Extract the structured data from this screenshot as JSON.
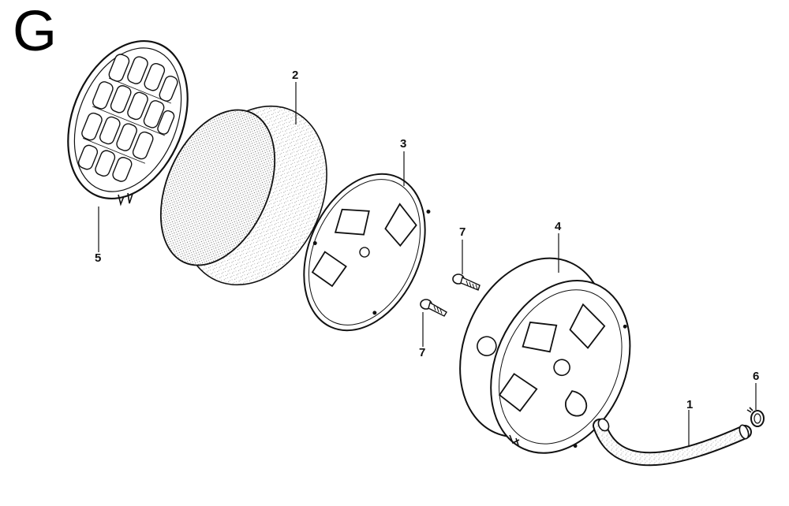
{
  "diagram": {
    "section_letter": "G",
    "callouts": {
      "hose": "1",
      "filter_element": "2",
      "filter_plate": "3",
      "case": "4",
      "grille_cover": "5",
      "hose_clamp": "6",
      "bolt_upper": "7",
      "bolt_lower": "7"
    }
  }
}
